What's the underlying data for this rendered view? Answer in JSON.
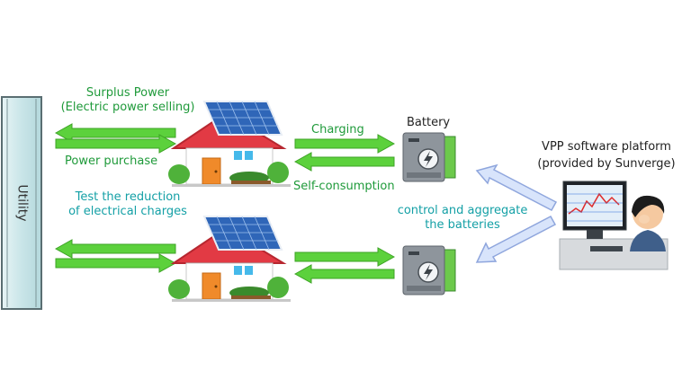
{
  "utility": {
    "label": "Utility"
  },
  "labels": {
    "surplus_power_1": "Surplus Power",
    "surplus_power_2": "(Electric power selling)",
    "power_purchase": "Power purchase",
    "test_reduction_1": "Test the reduction",
    "test_reduction_2": "of electrical charges",
    "charging": "Charging",
    "self_consumption": "Self-consumption",
    "battery": "Battery",
    "vpp_1": "VPP software platform",
    "vpp_2": "(provided by Sunverge)",
    "control_1": "control and aggregate",
    "control_2": "the batteries"
  },
  "colors": {
    "flow_arrow": "#5cd13c",
    "control_arrow": "#d8e4fb",
    "control_arrow_border": "#8fa6dd",
    "label_green": "#1f9a3a",
    "label_teal": "#14a0a6",
    "utility_fill": "#c9e5e8"
  }
}
